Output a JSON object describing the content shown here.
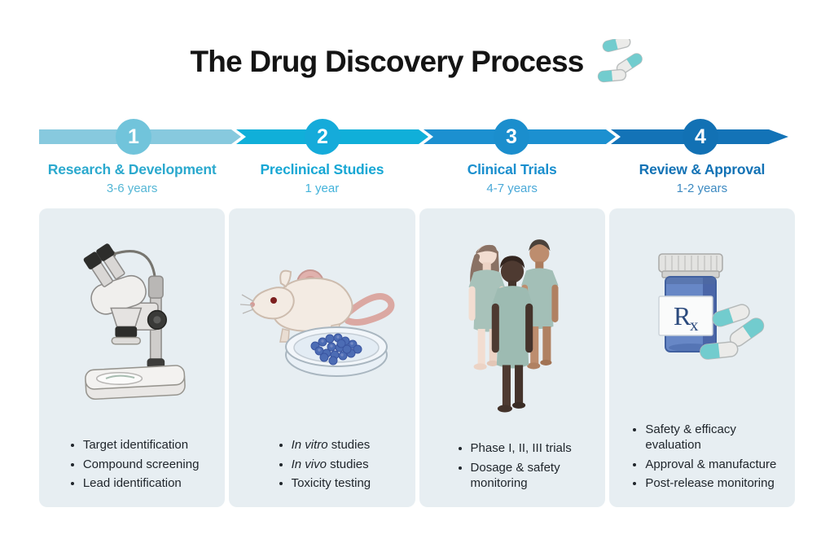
{
  "title": {
    "text": "The Drug Discovery Process",
    "icon": "pills-icon"
  },
  "stages": [
    {
      "number": "1",
      "name": "Research & Development",
      "duration": "3-6 years",
      "colors": {
        "segment": "#87c9de",
        "circle": "#71c4db",
        "name": "#2ba9ce",
        "duration": "#54b6d5"
      },
      "illustration": "stereo-microscope",
      "bullets": [
        [
          {
            "text": "Target identification"
          }
        ],
        [
          {
            "text": "Compound screening"
          }
        ],
        [
          {
            "text": "Lead identification"
          }
        ]
      ]
    },
    {
      "number": "2",
      "name": "Preclinical Studies",
      "duration": "1 year",
      "colors": {
        "segment": "#10afd9",
        "circle": "#15abda",
        "name": "#17a7d4",
        "duration": "#44b3da"
      },
      "illustration": "lab-mouse-and-petri-dish",
      "bullets": [
        [
          {
            "text": "In vitro",
            "italic": true
          },
          {
            "text": " studies"
          }
        ],
        [
          {
            "text": "In vivo",
            "italic": true
          },
          {
            "text": " studies"
          }
        ],
        [
          {
            "text": "Toxicity testing"
          }
        ]
      ]
    },
    {
      "number": "3",
      "name": "Clinical Trials",
      "duration": "4-7 years",
      "colors": {
        "segment": "#1c90d0",
        "circle": "#1b8ecd",
        "name": "#1a8fce",
        "duration": "#4aa9d8"
      },
      "illustration": "clinical-trial-patients",
      "bullets": [
        [
          {
            "text": "Phase I, II, III trials"
          }
        ],
        [
          {
            "text": "Dosage & safety"
          },
          {
            "br": true
          },
          {
            "text": "monitoring"
          }
        ]
      ]
    },
    {
      "number": "4",
      "name": "Review & Approval",
      "duration": "1-2 years",
      "colors": {
        "segment": "#1373b7",
        "circle": "#1271b4",
        "name": "#1272b5",
        "duration": "#3d8ac1"
      },
      "illustration": "rx-pill-bottle-and-capsules",
      "rx": {
        "r": "R",
        "x": "x"
      },
      "bullets": [
        [
          {
            "text": "Safety & efficacy"
          },
          {
            "br": true
          },
          {
            "text": "evaluation"
          }
        ],
        [
          {
            "text": "Approval & manufacture"
          }
        ],
        [
          {
            "text": "Post-release monitoring"
          }
        ]
      ]
    }
  ]
}
